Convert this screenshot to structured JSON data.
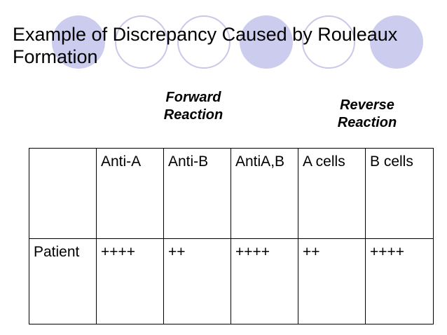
{
  "slide": {
    "title": "Example of Discrepancy Caused by Rouleaux\nFormation",
    "forward_label": "Forward\nReaction",
    "reverse_label": "Reverse\nReaction",
    "decor_colors": {
      "fill": "#ccccee",
      "ring": "#c8c8e8"
    }
  },
  "table": {
    "headers": [
      "",
      "Anti-A",
      "Anti-B",
      "AntiA,B",
      "A cells",
      "B cells"
    ],
    "rows": [
      {
        "label": "Patient",
        "cells": [
          "++++",
          "++",
          "++++",
          "++",
          "++++"
        ]
      }
    ]
  }
}
